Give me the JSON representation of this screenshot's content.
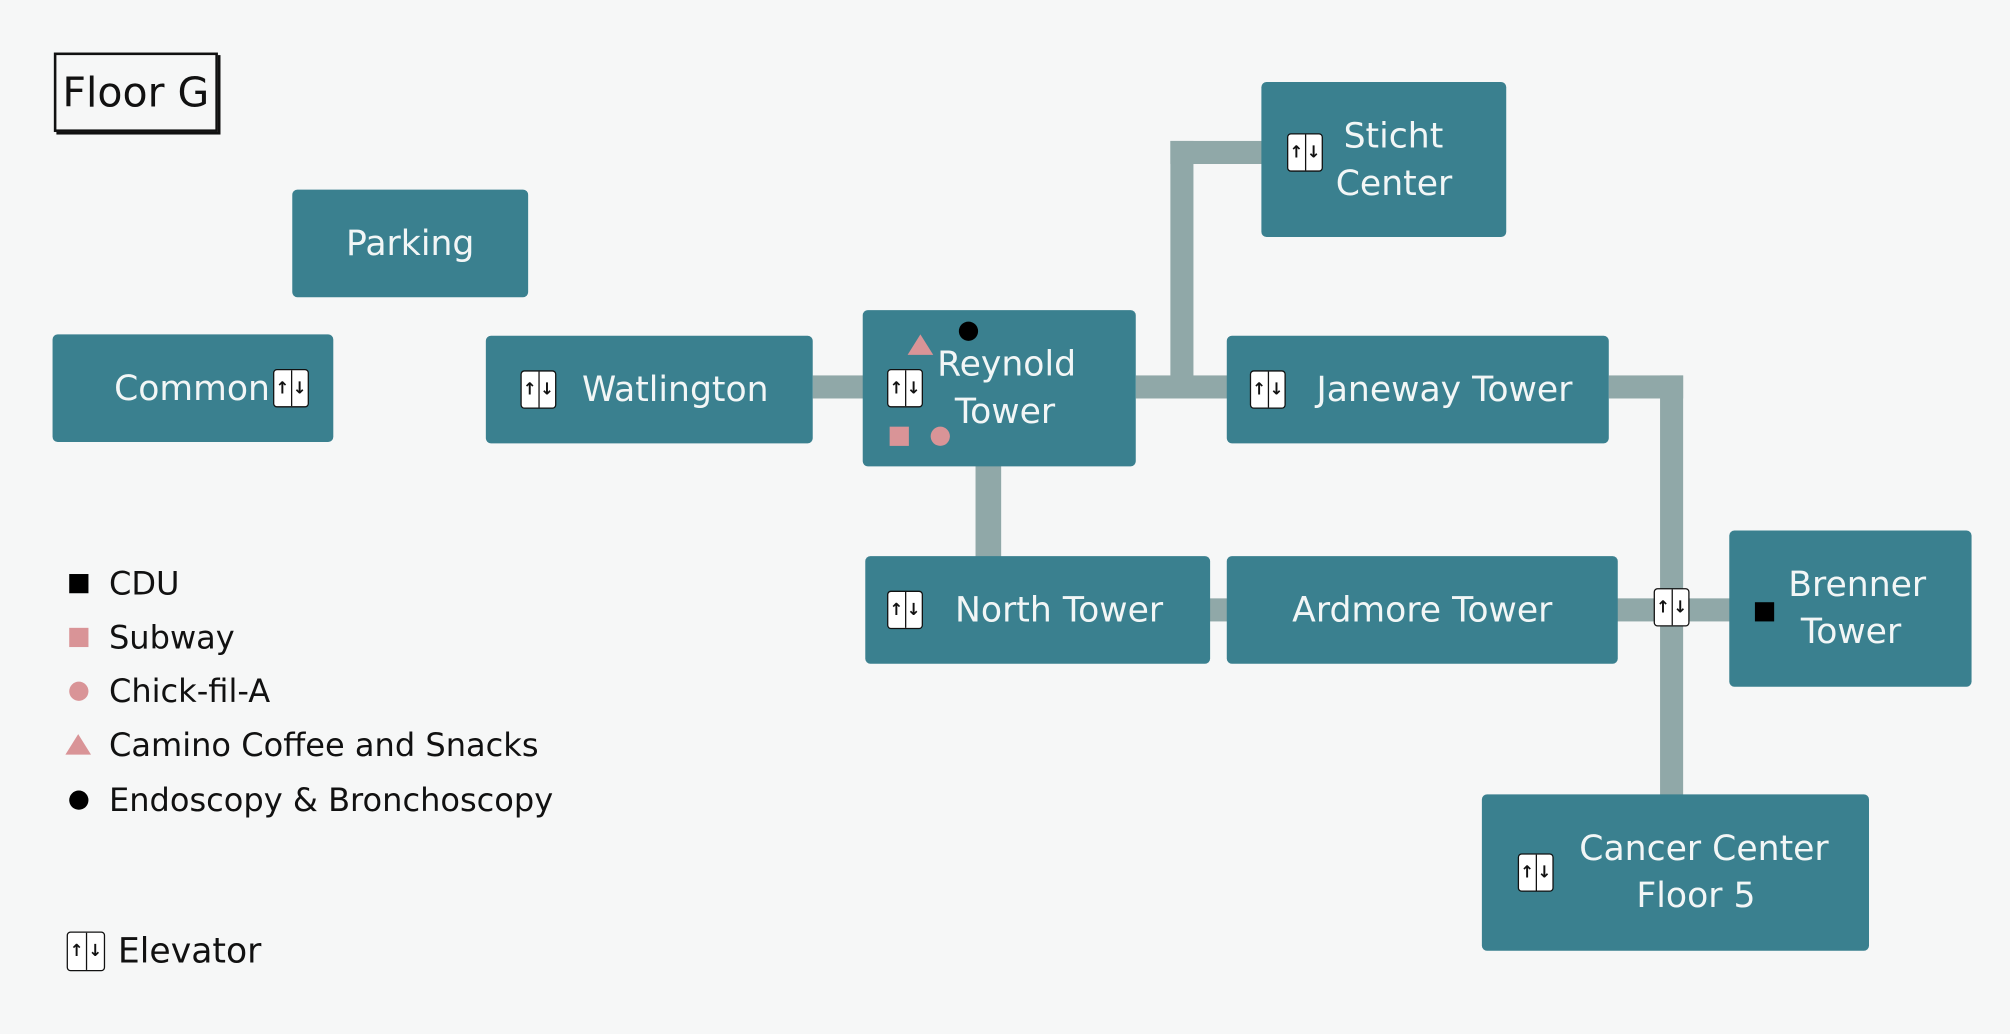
{
  "floor": {
    "label": "Floor G"
  },
  "buildings": {
    "parking": "Parking",
    "common": "Common",
    "watlington": "Watlington",
    "reynold_line1": "Reynold",
    "reynold_line2": "Tower",
    "sticht_line1": "Sticht",
    "sticht_line2": "Center",
    "janeway": "Janeway Tower",
    "north": "North Tower",
    "ardmore": "Ardmore Tower",
    "brenner_line1": "Brenner",
    "brenner_line2": "Tower",
    "cancer_line1": "Cancer Center",
    "cancer_line2": "Floor 5"
  },
  "legend": {
    "items": [
      {
        "label": "CDU",
        "symbol": "black-square"
      },
      {
        "label": "Subway",
        "symbol": "pink-square"
      },
      {
        "label": "Chick-fil-A",
        "symbol": "pink-circle"
      },
      {
        "label": "Camino Coffee and Snacks",
        "symbol": "pink-triangle"
      },
      {
        "label": "Endoscopy & Bronchoscopy",
        "symbol": "black-circle"
      }
    ],
    "elevator_label": "Elevator"
  },
  "icons": {
    "elevator": "elevator-icon",
    "up_arrow": "↑",
    "down_arrow": "↓"
  },
  "colors": {
    "building": "#3a808f",
    "corridor": "#90a8a8",
    "food_marker": "#d99497",
    "clinic_marker": "#000000",
    "background": "#f6f7f7"
  }
}
